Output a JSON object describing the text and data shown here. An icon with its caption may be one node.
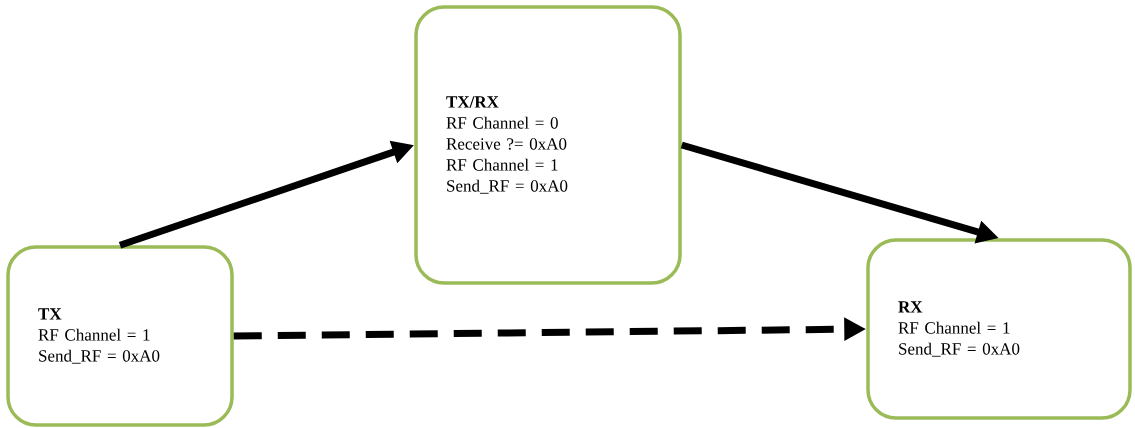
{
  "diagram": {
    "nodes": [
      {
        "text": [
          "TX",
          "RF Channel = 1",
          "Send_RF = 0xA0"
        ]
      },
      {
        "text": [
          "TX/RX",
          "RF Channel = 0",
          "Receive ?= 0xA0",
          "RF Channel = 1",
          "Send_RF = 0xA0"
        ]
      },
      {
        "text": [
          "RX",
          "RF Channel = 1",
          "Send_RF = 0xA0"
        ]
      }
    ],
    "edges": [
      {
        "from": 0,
        "to": 1,
        "arrow": "to"
      },
      {
        "from": 1,
        "to": 2,
        "arrow": "to"
      },
      {
        "from": 0,
        "to": 2,
        "arrow": "to",
        "style": "dashed"
      }
    ]
  }
}
